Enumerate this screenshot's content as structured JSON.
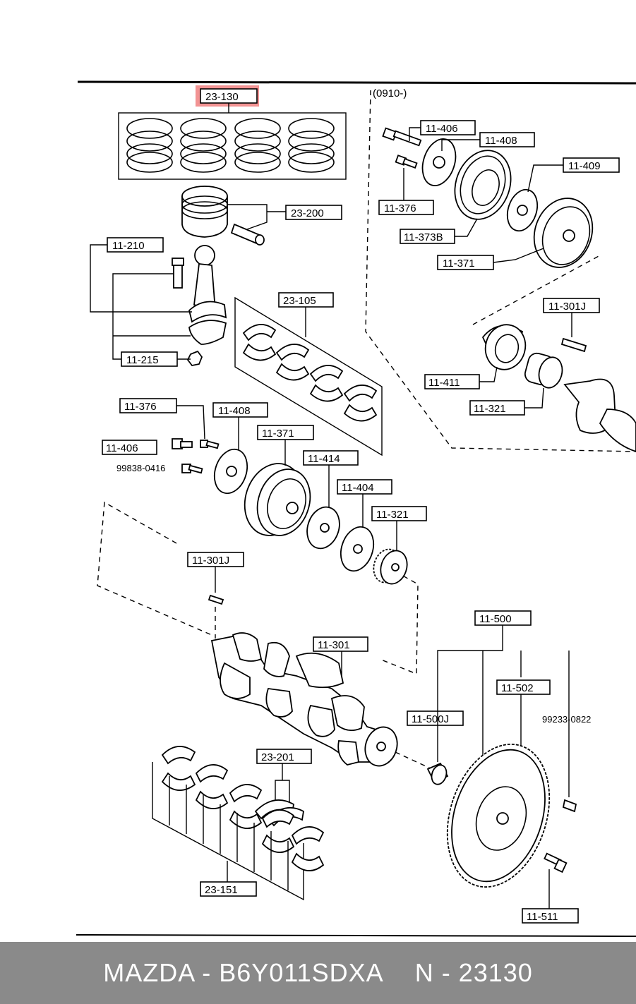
{
  "diagram": {
    "range_label": "(0910-)",
    "highlight_color": "#f08080",
    "callouts": {
      "piston_rings": "23-130",
      "piston": "23-200",
      "conrod": "11-210",
      "conrod_nut": "11-215",
      "conrod_bearings": "23-105",
      "bolt_top": "11-406",
      "plate_top": "11-408",
      "pulley_inner_top": "11-373B",
      "bolt_small_top": "11-376",
      "plate2_top": "11-409",
      "pulley_outer_top": "11-371",
      "key_top": "11-301J",
      "seal_top": "11-411",
      "gear_top": "11-321",
      "bolt_left": "11-376",
      "plate_left": "11-408",
      "bolt_left2": "11-406",
      "bolt_left3": "99838-0416",
      "pulley_main": "11-371",
      "plate_mid": "11-414",
      "plate_mid2": "11-404",
      "gear_main": "11-321",
      "key_main": "11-301J",
      "crankshaft": "11-301",
      "flywheel_assy": "11-500",
      "ring_gear": "11-502",
      "pilot_bearing": "11-500J",
      "dowel": "99233-0822",
      "thrust_bearings": "23-201",
      "main_bearings": "23-151",
      "flywheel_bolt": "11-511"
    }
  },
  "footer": {
    "brand": "MAZDA - B6Y011SDXA",
    "number": "N - 23130"
  }
}
